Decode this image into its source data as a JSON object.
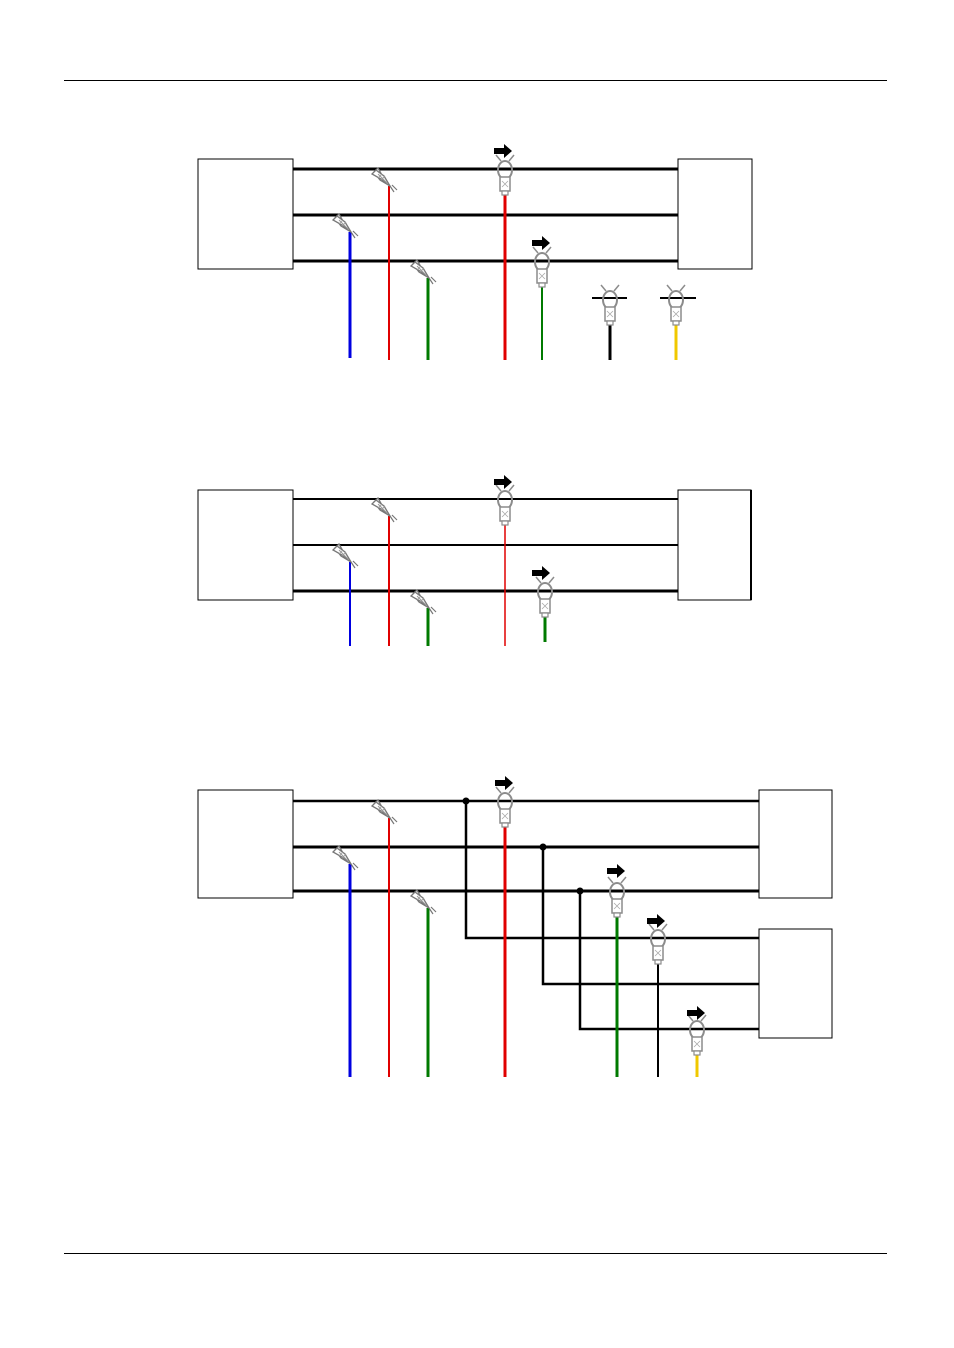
{
  "page": {
    "kind": "wiring diagrams, no visible text"
  },
  "colors": {
    "bus": "#000000",
    "blue": "#0000e0",
    "red": "#e00000",
    "green": "#007a00",
    "black": "#000000",
    "yellow": "#f0c800",
    "box_border": "#000000",
    "clamp": "#8c8c8c"
  },
  "icons": {
    "voltage_clip": "alligator-clip-icon",
    "current_clamp": "current-clamp-icon",
    "direction_arrow": "arrow-right-icon",
    "junction": "junction-dot"
  },
  "diagrams": [
    {
      "name": "diagram-1",
      "phases": 3,
      "voltage_leads": [
        "blue",
        "red",
        "green"
      ],
      "current_probes": [
        "red",
        "green",
        "black",
        "yellow"
      ]
    },
    {
      "name": "diagram-2",
      "phases": 3,
      "voltage_leads": [
        "blue",
        "red",
        "green"
      ],
      "current_probes": [
        "red",
        "green"
      ]
    },
    {
      "name": "diagram-3",
      "phases": 3,
      "voltage_leads": [
        "blue",
        "red",
        "green"
      ],
      "current_probes": [
        "red",
        "green",
        "black",
        "yellow"
      ],
      "loads": 2
    }
  ]
}
